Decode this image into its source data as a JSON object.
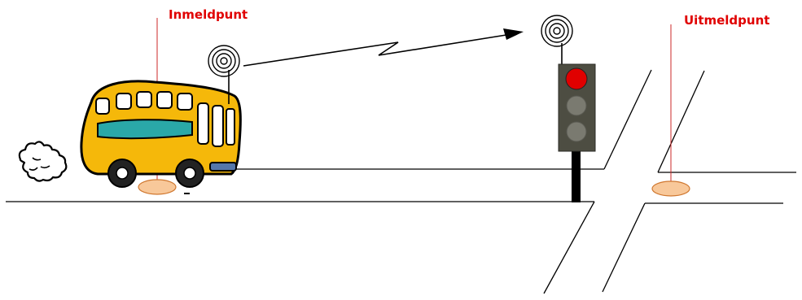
{
  "labels": {
    "check_in": "Inmeldpunt",
    "check_out": "Uitmeldpunt"
  },
  "colors": {
    "label": "#e00000",
    "marker_line": "#cc2a2a",
    "detection_loop_fill": "#f8c89a",
    "detection_loop_stroke": "#d07830",
    "bus_body": "#f5b80a",
    "bus_stripe": "#2aa8a8",
    "traffic_light_housing": "#4d4d42",
    "light_red": "#e00000",
    "light_off": "#7a7a70",
    "road_line": "#000000"
  },
  "icons": {
    "bus": "bus-icon",
    "exhaust": "exhaust-cloud-icon",
    "bus_antenna": "radio-signal-icon",
    "light_antenna": "radio-signal-icon",
    "transmission": "lightning-arrow-icon",
    "traffic_light": "traffic-light-icon"
  },
  "traffic_light_state": "red"
}
